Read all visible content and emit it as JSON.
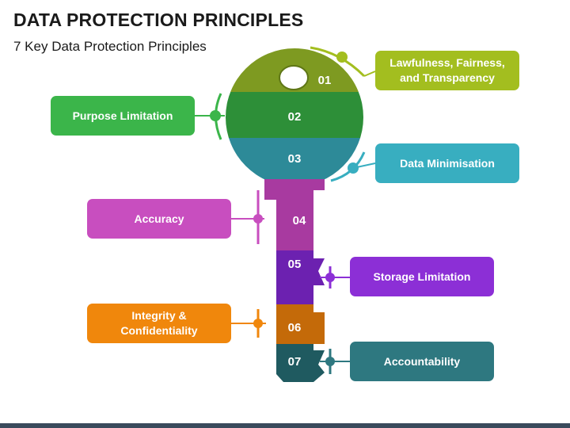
{
  "title": "DATA PROTECTION PRINCIPLES",
  "subtitle": "7 Key Data Protection Principles",
  "principles": [
    {
      "number": "01",
      "label": "Lawfulness, Fairness,\nand Transparency",
      "color": "#a3be1f",
      "segment_color": "#7e9a21"
    },
    {
      "number": "02",
      "label": "Purpose Limitation",
      "color": "#3bb54a",
      "segment_color": "#2d8f38"
    },
    {
      "number": "03",
      "label": "Data Minimisation",
      "color": "#38aec0",
      "segment_color": "#2d8a98"
    },
    {
      "number": "04",
      "label": "Accuracy",
      "color": "#c84ebf",
      "segment_color": "#a83aa0"
    },
    {
      "number": "05",
      "label": "Storage Limitation",
      "color": "#8c2fd6",
      "segment_color": "#6c21b0"
    },
    {
      "number": "06",
      "label": "Integrity &\nConfidentiality",
      "color": "#f0870c",
      "segment_color": "#c46a09"
    },
    {
      "number": "07",
      "label": "Accountability",
      "color": "#2e7880",
      "segment_color": "#1f5a60"
    }
  ]
}
